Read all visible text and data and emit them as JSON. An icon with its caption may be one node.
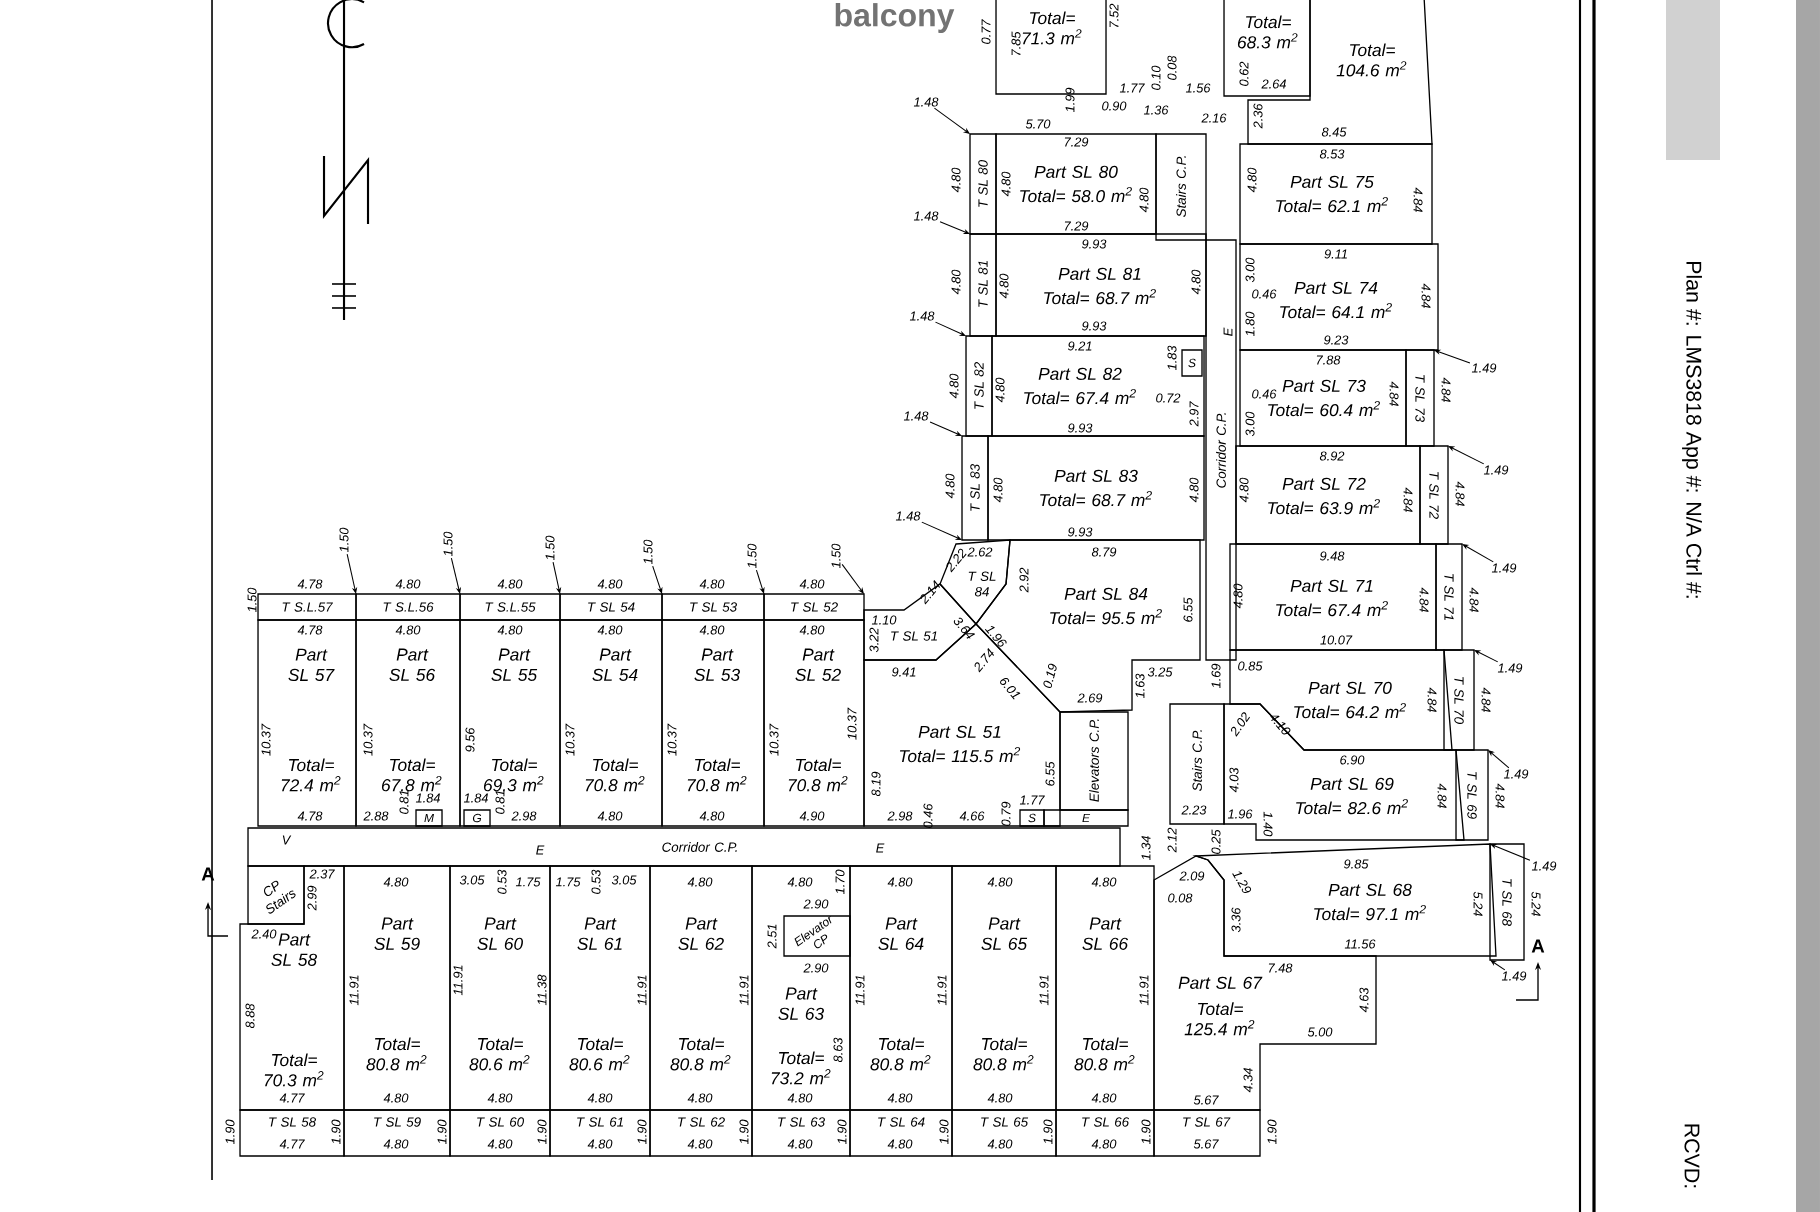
{
  "diagram": {
    "nodes": [
      {
        "text": [
          "Total= 71.3 m$^{2}$"
        ]
      },
      {
        "text": [
          "Total= 68.3 m$^{2}$"
        ]
      },
      {
        "text": [
          "Total= 104.6 m$^{2}$"
        ]
      },
      {
        "text": [
          "T SL 80"
        ]
      },
      {
        "text": [
          "Part SL 80",
          "Total= 58.0 m$^{2}$"
        ]
      },
      {
        "text": [
          "Stairs C.P."
        ]
      },
      {
        "text": [
          "T SL 81"
        ]
      },
      {
        "text": [
          "Part SL 81",
          "Total= 68.7 m$^{2}$"
        ]
      },
      {
        "text": [
          "T SL 82"
        ]
      },
      {
        "text": [
          "Part SL 82",
          "Total= 67.4 m$^{2}$"
        ]
      },
      {
        "text": [
          "T SL 83"
        ]
      },
      {
        "text": [
          "Part SL 83",
          "Total= 68.7 m$^{2}$"
        ]
      },
      {
        "text": [
          "Corridor C.P."
        ]
      },
      {
        "text": [
          "Part SL 75",
          "Total= 62.1 m$^{2}$"
        ]
      },
      {
        "text": [
          "Part SL 74",
          "Total= 64.1 m$^{2}$"
        ]
      },
      {
        "text": [
          "Part SL 73",
          "Total= 60.4 m$^{2}$"
        ]
      },
      {
        "text": [
          "T SL 73"
        ]
      },
      {
        "text": [
          "Part SL 72",
          "Total= 63.9 m$^{2}$"
        ]
      },
      {
        "text": [
          "T SL 72"
        ]
      },
      {
        "text": [
          "Part SL 71",
          "Total= 67.4 m$^{2}$"
        ]
      },
      {
        "text": [
          "T SL 71"
        ]
      },
      {
        "text": [
          "Part SL 70",
          "Total= 64.2 m$^{2}$"
        ]
      },
      {
        "text": [
          "T SL 70"
        ]
      },
      {
        "text": [
          "Part SL 69",
          "Total= 82.6 m$^{2}$"
        ]
      },
      {
        "text": [
          "T SL 69"
        ]
      },
      {
        "text": [
          "Stairs C.P."
        ]
      },
      {
        "text": [
          "Part SL 68",
          "Total= 97.1 m$^{2}$"
        ]
      },
      {
        "text": [
          "T SL 68"
        ]
      },
      {
        "text": [
          "T SL 84"
        ]
      },
      {
        "text": [
          "Part SL 84",
          "Total= 95.5 m$^{2}$"
        ]
      },
      {
        "text": [
          "T SL 51"
        ]
      },
      {
        "text": [
          "Part SL 51",
          "Total= 115.5 m$^{2}$"
        ]
      },
      {
        "text": [
          "Elevators C.P."
        ]
      },
      {
        "text": [
          "T S.L.57"
        ]
      },
      {
        "text": [
          "Part SL 57",
          "Total= 72.4 m$^{2}$"
        ]
      },
      {
        "text": [
          "T S.L.56"
        ]
      },
      {
        "text": [
          "Part SL 56",
          "Total= 67.8 m$^{2}$"
        ]
      },
      {
        "text": [
          "T S.L.55"
        ]
      },
      {
        "text": [
          "Part SL 55",
          "Total= 69.3 m$^{2}$"
        ]
      },
      {
        "text": [
          "T SL 54"
        ]
      },
      {
        "text": [
          "Part SL 54",
          "Total= 70.8 m$^{2}$"
        ]
      },
      {
        "text": [
          "T SL 53"
        ]
      },
      {
        "text": [
          "Part SL 53",
          "Total= 70.8 m$^{2}$"
        ]
      },
      {
        "text": [
          "T SL 52"
        ]
      },
      {
        "text": [
          "Part SL 52",
          "Total= 70.8 m$^{2}$"
        ]
      },
      {
        "text": [
          "Corridor C.P."
        ]
      },
      {
        "text": [
          "CP Stairs"
        ]
      },
      {
        "text": [
          "Part SL 58",
          "Total= 70.3 m$^{2}$"
        ]
      },
      {
        "text": [
          "T SL 58"
        ]
      },
      {
        "text": [
          "Part SL 59",
          "Total= 80.8 m$^{2}$"
        ]
      },
      {
        "text": [
          "T SL 59"
        ]
      },
      {
        "text": [
          "Part SL 60",
          "Total= 80.6 m$^{2}$"
        ]
      },
      {
        "text": [
          "T SL 60"
        ]
      },
      {
        "text": [
          "Part SL 61",
          "Total= 80.6 m$^{2}$"
        ]
      },
      {
        "text": [
          "T SL 61"
        ]
      },
      {
        "text": [
          "Part SL 62",
          "Total= 80.8 m$^{2}$"
        ]
      },
      {
        "text": [
          "T SL 62"
        ]
      },
      {
        "text": [
          "Part SL 63",
          "Total= 73.2 m$^{2}$"
        ]
      },
      {
        "text": [
          "Elevator CP"
        ],
        "in": 57
      },
      {
        "text": [
          "T SL 63"
        ]
      },
      {
        "text": [
          "Part SL 64",
          "Total= 80.8 m$^{2}$"
        ]
      },
      {
        "text": [
          "T SL 64"
        ]
      },
      {
        "text": [
          "Part SL 65",
          "Total= 80.8 m$^{2}$"
        ]
      },
      {
        "text": [
          "T SL 65"
        ]
      },
      {
        "text": [
          "Part SL 66",
          "Total= 80.8 m$^{2}$"
        ]
      },
      {
        "text": [
          "T SL 66"
        ]
      },
      {
        "text": [
          "Part SL 67",
          "Total= 125.4 m$^{2}$"
        ]
      },
      {
        "text": [
          "T SL 67"
        ]
      },
      {
        "text": [
          "M"
        ],
        "in": 36
      },
      {
        "text": [
          "G"
        ],
        "in": 38
      },
      {
        "text": [
          "S"
        ],
        "in": 31
      },
      {
        "text": [
          "E"
        ]
      },
      {
        "text": [
          "S"
        ],
        "in": 9
      },
      {
        "text": [
          "1.48"
        ]
      },
      {
        "text": [
          "1.48"
        ]
      },
      {
        "text": [
          "1.48"
        ]
      },
      {
        "text": [
          "1.48"
        ]
      },
      {
        "text": [
          "1.48"
        ]
      },
      {
        "text": [
          "1.49"
        ]
      },
      {
        "text": [
          "1.49"
        ]
      },
      {
        "text": [
          "1.49"
        ]
      },
      {
        "text": [
          "1.49"
        ]
      },
      {
        "text": [
          "1.49"
        ]
      },
      {
        "text": [
          "1.49"
        ]
      },
      {
        "text": [
          "1.49"
        ]
      },
      {
        "text": [
          "1.50"
        ]
      },
      {
        "text": [
          "1.50"
        ]
      },
      {
        "text": [
          "1.50"
        ]
      },
      {
        "text": [
          "1.50"
        ]
      },
      {
        "text": [
          "1.50"
        ]
      },
      {
        "text": [
          "1.50"
        ]
      }
    ],
    "edges": [
      {
        "from": 73,
        "to": 3,
        "arrow": "to"
      },
      {
        "from": 74,
        "to": 3,
        "arrow": "to"
      },
      {
        "from": 75,
        "to": 8,
        "arrow": "to"
      },
      {
        "from": 76,
        "to": 10,
        "arrow": "to"
      },
      {
        "from": 77,
        "to": 10,
        "arrow": "to"
      },
      {
        "from": 78,
        "to": 16,
        "arrow": "to"
      },
      {
        "from": 79,
        "to": 18,
        "arrow": "to"
      },
      {
        "from": 80,
        "to": 20,
        "arrow": "to"
      },
      {
        "from": 81,
        "to": 22,
        "arrow": "to"
      },
      {
        "from": 82,
        "to": 24,
        "arrow": "to"
      },
      {
        "from": 83,
        "to": 27,
        "arrow": "to"
      },
      {
        "from": 84,
        "to": 27,
        "arrow": "to"
      },
      {
        "from": 85,
        "to": 33,
        "arrow": "to"
      },
      {
        "from": 86,
        "to": 35,
        "arrow": "to"
      },
      {
        "from": 87,
        "to": 37,
        "arrow": "to"
      },
      {
        "from": 88,
        "to": 39,
        "arrow": "to"
      },
      {
        "from": 89,
        "to": 41,
        "arrow": "to"
      },
      {
        "from": 90,
        "to": 43,
        "arrow": "to"
      }
    ],
    "labels": [
      "balcony",
      "0.77",
      "7.85",
      "7.52",
      "1.99",
      "0.90",
      "1.77",
      "0.10",
      "0.08",
      "1.36",
      "1.56",
      "0.62",
      "2.64",
      "2.16",
      "2.36",
      "5.70",
      "8.45",
      "7.29",
      "4.80",
      "4.80",
      "4.80",
      "7.29",
      "9.93",
      "4.80",
      "4.80",
      "4.80",
      "9.93",
      "9.21",
      "1.83",
      "4.80",
      "4.80",
      "0.72",
      "2.97",
      "9.93",
      "4.80",
      "4.80",
      "4.80",
      "9.93",
      "8.53",
      "4.80",
      "4.84",
      "9.11",
      "3.00",
      "0.46",
      "4.84",
      "1.80",
      "E",
      "9.23",
      "7.88",
      "0.46",
      "4.84",
      "4.84",
      "3.00",
      "8.92",
      "4.80",
      "4.84",
      "4.84",
      "9.48",
      "4.80",
      "4.84",
      "4.84",
      "10.07",
      "1.69",
      "0.85",
      "2.02",
      "4.10",
      "4.84",
      "4.84",
      "6.90",
      "4.03",
      "4.84",
      "4.84",
      "2.23",
      "1.96",
      "1.40",
      "0.25",
      "9.85",
      "2.09",
      "1.29",
      "0.08",
      "3.36",
      "5.24",
      "5.24",
      "11.56",
      "7.48",
      "4.63",
      "5.00",
      "4.34",
      "5.67",
      "1.90",
      "6.55",
      "3.25",
      "1.63",
      "2.69",
      "0.19",
      "6.01",
      "1.96",
      "2.92",
      "2.62",
      "8.79",
      "2.22",
      "2.14",
      "3.64",
      "1.10",
      "3.22",
      "2.74",
      "9.41",
      "8.19",
      "6.55",
      "2.98",
      "0.46",
      "4.66",
      "0.79",
      "1.77",
      "E",
      "1.50",
      "4.78",
      "4.80",
      "4.80",
      "4.80",
      "4.80",
      "4.80",
      "4.78",
      "4.80",
      "4.80",
      "4.80",
      "4.80",
      "4.80",
      "10.37",
      "10.37",
      "9.56",
      "10.37",
      "10.37",
      "10.37",
      "10.37",
      "4.78",
      "2.88",
      "0.81",
      "1.84",
      "1.84",
      "0.81",
      "2.98",
      "4.80",
      "4.80",
      "4.90",
      "V",
      "E",
      "1.75",
      "1.75",
      "2.37",
      "2.99",
      "2.40",
      "8.88",
      "4.77",
      "4.77",
      "1.90",
      "1.90",
      "4.80",
      "11.91",
      "4.80",
      "4.80",
      "1.90",
      "3.05",
      "0.53",
      "11.91",
      "11.38",
      "4.80",
      "4.80",
      "1.90",
      "0.53",
      "3.05",
      "11.91",
      "4.80",
      "4.80",
      "1.90",
      "4.80",
      "11.91",
      "4.80",
      "4.80",
      "1.90",
      "4.80",
      "1.70",
      "2.90",
      "2.51",
      "2.90",
      "8.63",
      "4.80",
      "4.80",
      "1.90",
      "4.80",
      "11.91",
      "11.91",
      "4.80",
      "4.80",
      "1.90",
      "4.80",
      "11.91",
      "4.80",
      "4.80",
      "1.90",
      "4.80",
      "11.91",
      "4.80",
      "4.80",
      "1.90",
      "1.34",
      "2.12",
      "5.67",
      "A",
      "A",
      "Plan #: LMS3818 App #: N/A Ctrl #:",
      "RCVD:"
    ]
  }
}
